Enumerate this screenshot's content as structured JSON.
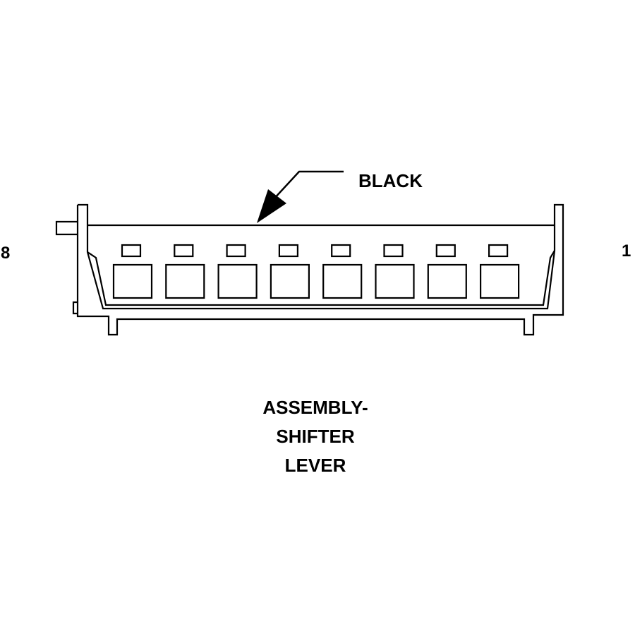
{
  "diagram": {
    "wire_color_label": "BLACK",
    "pin_left_label": "8",
    "pin_right_label": "1",
    "title_lines": [
      "ASSEMBLY-",
      "SHIFTER",
      "LEVER"
    ],
    "cavity_count": 8,
    "colors": {
      "line": "#000000",
      "background": "#ffffff"
    }
  }
}
